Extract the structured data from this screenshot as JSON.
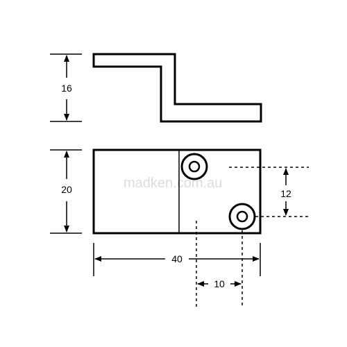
{
  "dimensions": {
    "side_height": "16",
    "front_height": "20",
    "hole_spacing_vertical": "12",
    "overall_width": "40",
    "hole_offset": "10"
  },
  "watermark": "madken.com.au",
  "colors": {
    "line": "#000000",
    "background": "#ffffff",
    "watermark": "#dcdcdc"
  }
}
